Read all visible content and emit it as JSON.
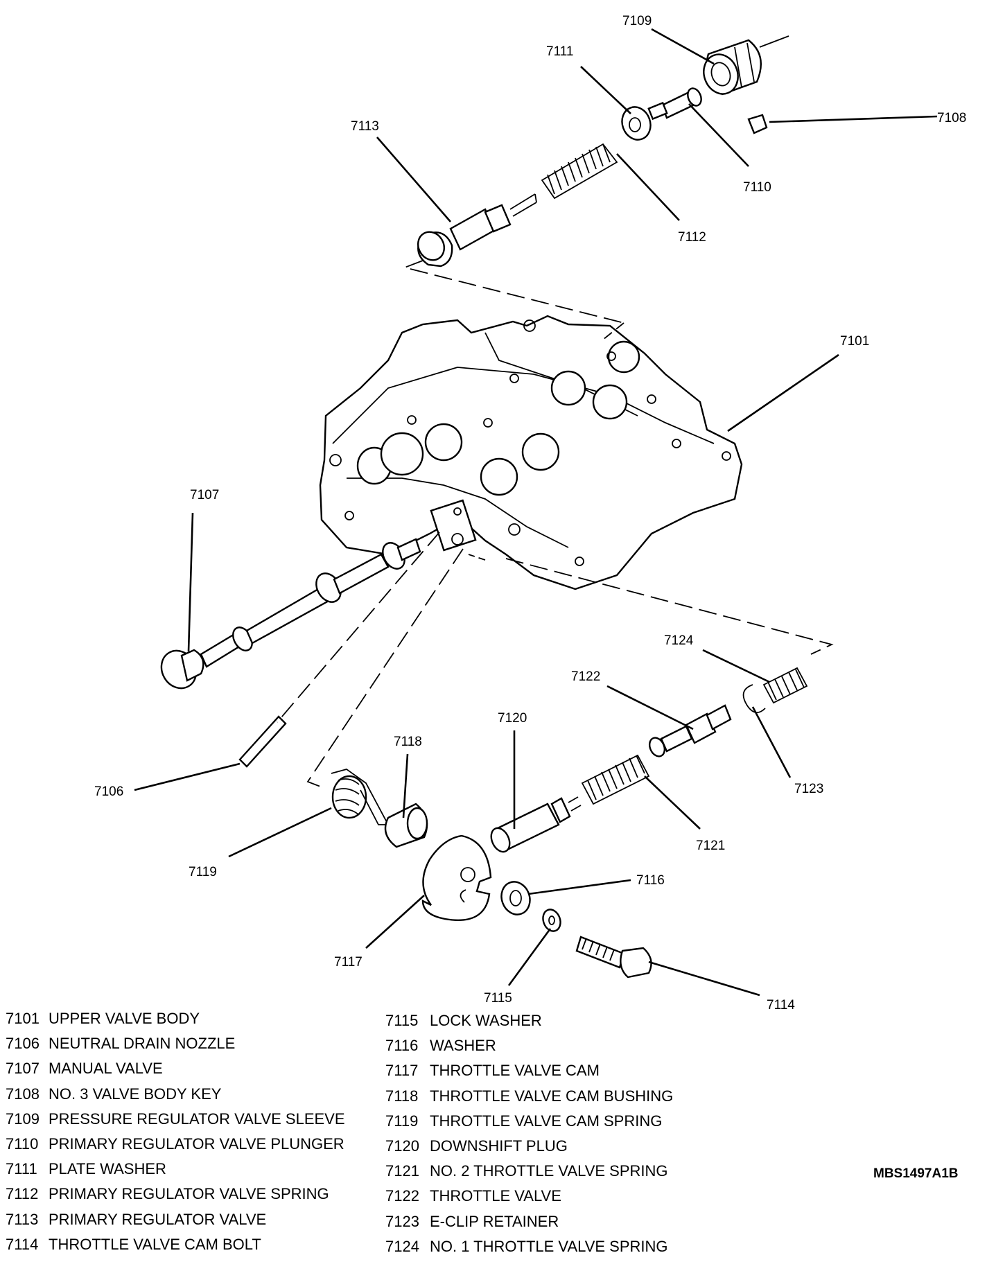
{
  "callouts": {
    "c7101": "7101",
    "c7106": "7106",
    "c7107": "7107",
    "c7108": "7108",
    "c7109": "7109",
    "c7110": "7110",
    "c7111": "7111",
    "c7112": "7112",
    "c7113": "7113",
    "c7114": "7114",
    "c7115": "7115",
    "c7116": "7116",
    "c7117": "7117",
    "c7118": "7118",
    "c7119": "7119",
    "c7120": "7120",
    "c7121": "7121",
    "c7122": "7122",
    "c7123": "7123",
    "c7124": "7124"
  },
  "legend_left": [
    {
      "num": "7101",
      "name": "UPPER VALVE BODY"
    },
    {
      "num": "7106",
      "name": "NEUTRAL DRAIN NOZZLE"
    },
    {
      "num": "7107",
      "name": "MANUAL VALVE"
    },
    {
      "num": "7108",
      "name": "NO. 3 VALVE BODY KEY"
    },
    {
      "num": "7109",
      "name": "PRESSURE REGULATOR VALVE SLEEVE"
    },
    {
      "num": "7110",
      "name": "PRIMARY REGULATOR VALVE PLUNGER"
    },
    {
      "num": "7111",
      "name": "PLATE WASHER"
    },
    {
      "num": "7112",
      "name": "PRIMARY REGULATOR VALVE SPRING"
    },
    {
      "num": "7113",
      "name": "PRIMARY REGULATOR VALVE"
    },
    {
      "num": "7114",
      "name": "THROTTLE VALVE CAM BOLT"
    }
  ],
  "legend_right": [
    {
      "num": "7115",
      "name": "LOCK WASHER"
    },
    {
      "num": "7116",
      "name": "WASHER"
    },
    {
      "num": "7117",
      "name": "THROTTLE VALVE CAM"
    },
    {
      "num": "7118",
      "name": "THROTTLE VALVE CAM BUSHING"
    },
    {
      "num": "7119",
      "name": "THROTTLE VALVE CAM  SPRING"
    },
    {
      "num": "7120",
      "name": "DOWNSHIFT PLUG"
    },
    {
      "num": "7121",
      "name": "NO. 2 THROTTLE VALVE SPRING"
    },
    {
      "num": "7122",
      "name": "THROTTLE VALVE"
    },
    {
      "num": "7123",
      "name": "E-CLIP RETAINER"
    },
    {
      "num": "7124",
      "name": "NO. 1 THROTTLE VALVE SPRING"
    }
  ],
  "figure_code": "MBS1497A1B"
}
